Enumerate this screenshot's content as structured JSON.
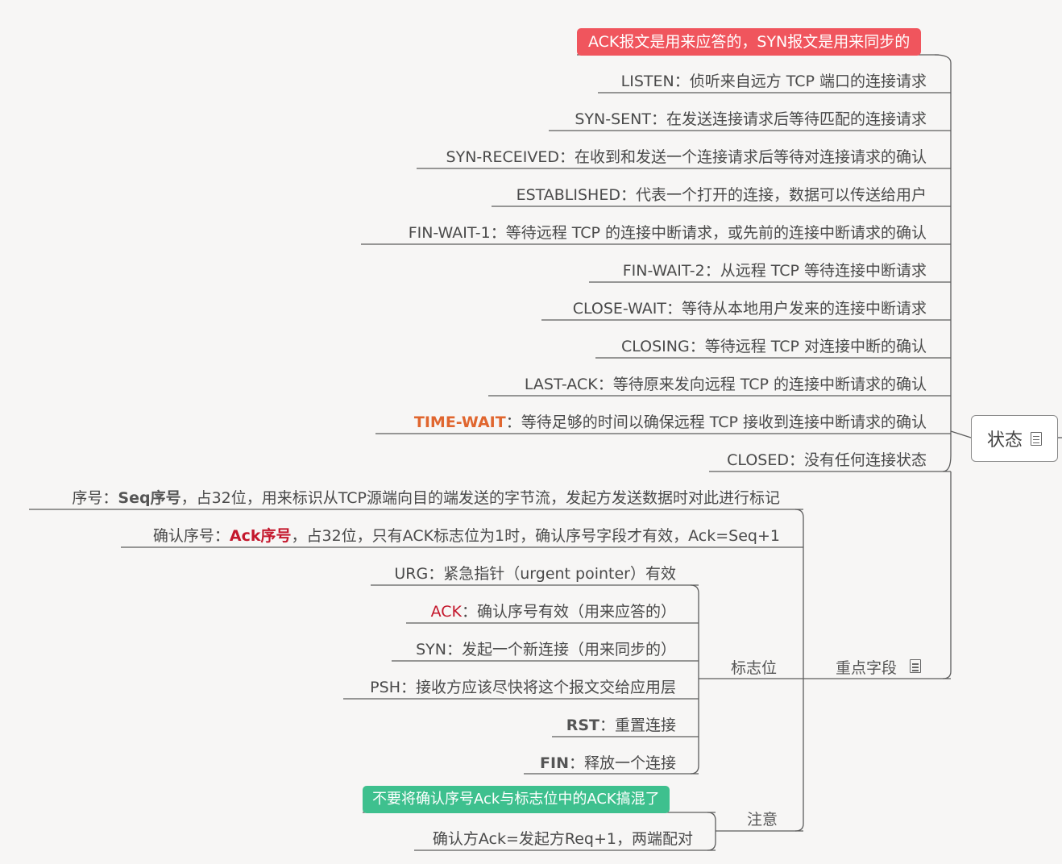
{
  "root": {
    "label": "状态"
  },
  "state_note": "ACK报文是用来应答的，SYN报文是用来同步的",
  "states": [
    {
      "key": "LISTEN",
      "desc": "：侦听来自远方 TCP 端口的连接请求"
    },
    {
      "key": "SYN-SENT",
      "desc": "：在发送连接请求后等待匹配的连接请求"
    },
    {
      "key": "SYN-RECEIVED",
      "desc": "：在收到和发送一个连接请求后等待对连接请求的确认"
    },
    {
      "key": "ESTABLISHED",
      "desc": "：代表一个打开的连接，数据可以传送给用户"
    },
    {
      "key": "FIN-WAIT-1",
      "desc": "：等待远程 TCP 的连接中断请求，或先前的连接中断请求的确认"
    },
    {
      "key": "FIN-WAIT-2",
      "desc": "：从远程 TCP 等待连接中断请求"
    },
    {
      "key": "CLOSE-WAIT",
      "desc": "：等待从本地用户发来的连接中断请求"
    },
    {
      "key": "CLOSING",
      "desc": "：等待远程 TCP 对连接中断的确认"
    },
    {
      "key": "LAST-ACK",
      "desc": "：等待原来发向远程 TCP 的连接中断请求的确认"
    },
    {
      "key": "TIME-WAIT",
      "desc": "：等待足够的时间以确保远程 TCP 接收到连接中断请求的确认"
    },
    {
      "key": "CLOSED",
      "desc": "：没有任何连接状态"
    }
  ],
  "key_fields": {
    "label": "重点字段",
    "seq": {
      "prefix": "序号：",
      "key": "Seq序号",
      "desc": "，占32位，用来标识从TCP源端向目的端发送的字节流，发起方发送数据时对此进行标记"
    },
    "ack": {
      "prefix": "确认序号：",
      "key": "Ack序号",
      "desc": "，占32位，只有ACK标志位为1时，确认序号字段才有效，Ack=Seq+1"
    },
    "flags": {
      "label": "标志位",
      "items": [
        {
          "key": "URG",
          "desc": "：紧急指针（urgent pointer）有效"
        },
        {
          "key": "ACK",
          "desc": "：确认序号有效（用来应答的）"
        },
        {
          "key": "SYN",
          "desc": "：发起一个新连接（用来同步的）"
        },
        {
          "key": "PSH",
          "desc": "：接收方应该尽快将这个报文交给应用层"
        },
        {
          "key": "RST",
          "desc": "：重置连接"
        },
        {
          "key": "FIN",
          "desc": "：释放一个连接"
        }
      ]
    },
    "notice": {
      "label": "注意",
      "highlight": "不要将确认序号Ack与标志位中的ACK搞混了",
      "text": "确认方Ack=发起方Req+1，两端配对"
    }
  },
  "colors": {
    "line": "#5c5c5c",
    "red_note": "#f0555d",
    "green_note": "#3ec08e",
    "orange_key": "#e0662f",
    "red_key": "#c4172c"
  },
  "icons": [
    "note-icon"
  ]
}
